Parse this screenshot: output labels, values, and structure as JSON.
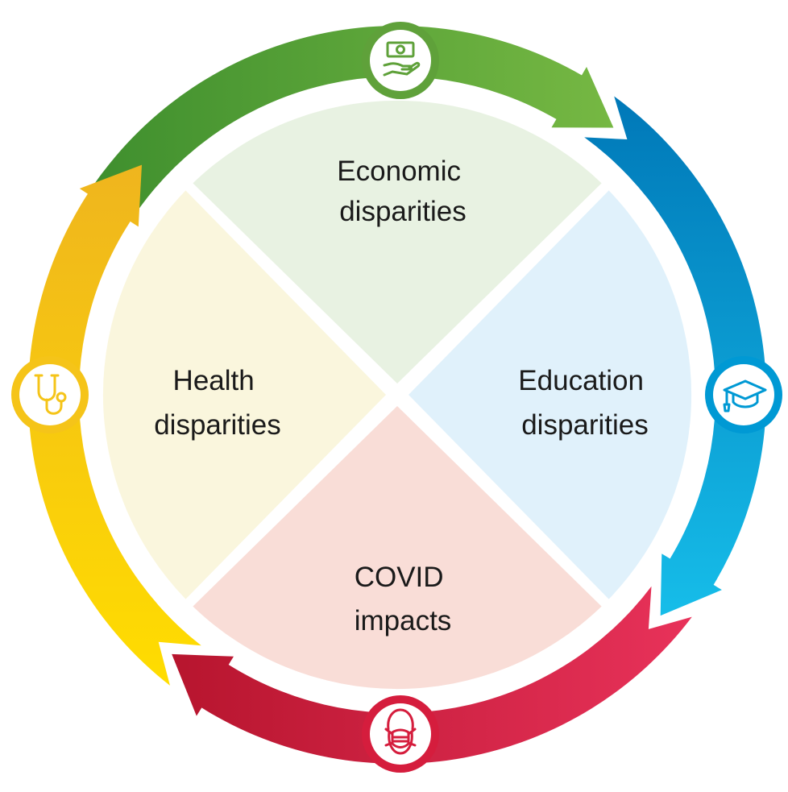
{
  "segments": [
    {
      "id": "economic",
      "line1": "Economic",
      "line2": "disparities",
      "fill": "#e8f2e2",
      "arc_color": "#5fa13a",
      "icon": "money-hand-icon"
    },
    {
      "id": "education",
      "line1": "Education",
      "line2": "disparities",
      "fill": "#e0f1fb",
      "arc_color": "#0099d4",
      "icon": "graduation-cap-icon"
    },
    {
      "id": "covid",
      "line1": "COVID",
      "line2": "impacts",
      "fill": "#f9ddd7",
      "arc_color": "#d51d3d",
      "icon": "face-mask-icon"
    },
    {
      "id": "health",
      "line1": "Health",
      "line2": "disparities",
      "fill": "#faf6dd",
      "arc_color": "#f5c419",
      "icon": "stethoscope-icon"
    }
  ]
}
